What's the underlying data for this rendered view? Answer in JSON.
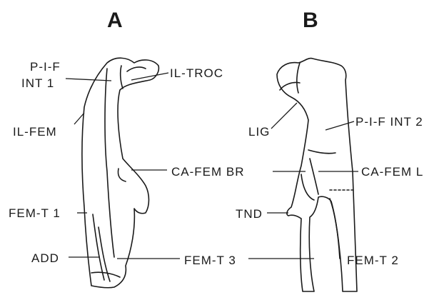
{
  "panels": {
    "a": {
      "letter": "A",
      "labels": {
        "pif_int1_line1": "P-I-F",
        "pif_int1_line2": "INT 1",
        "il_troc": "IL-TROC",
        "il_fem": "IL-FEM",
        "ca_fem_br": "CA-FEM BR",
        "fem_t1": "FEM-T 1",
        "add": "ADD",
        "fem_t3": "FEM-T 3"
      }
    },
    "b": {
      "letter": "B",
      "labels": {
        "lig": "LIG",
        "pif_int2": "P-I-F INT 2",
        "ca_fem_l": "CA-FEM L",
        "tnd": "TND",
        "fem_t2": "FEM-T 2"
      }
    }
  },
  "colors": {
    "ink": "#1a1a1a",
    "background": "#ffffff"
  }
}
